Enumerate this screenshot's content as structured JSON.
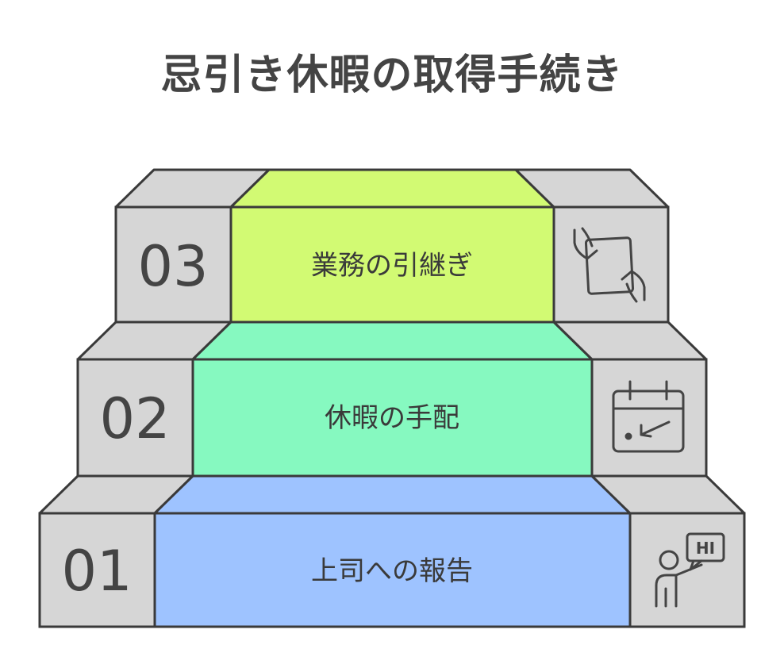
{
  "title": "忌引き休暇の取得手続き",
  "colors": {
    "stroke": "#3a3a3a",
    "block": "#d6d6d6",
    "text": "#444444",
    "step1": "#9ec3ff",
    "step2": "#86f9c0",
    "step3": "#d2fa73"
  },
  "steps": [
    {
      "number": "01",
      "label": "上司への報告",
      "icon": "presenter-speech-hi-icon",
      "icon_text": "HI"
    },
    {
      "number": "02",
      "label": "休暇の手配",
      "icon": "calendar-arrow-icon"
    },
    {
      "number": "03",
      "label": "業務の引継ぎ",
      "icon": "hands-passing-document-icon"
    }
  ]
}
